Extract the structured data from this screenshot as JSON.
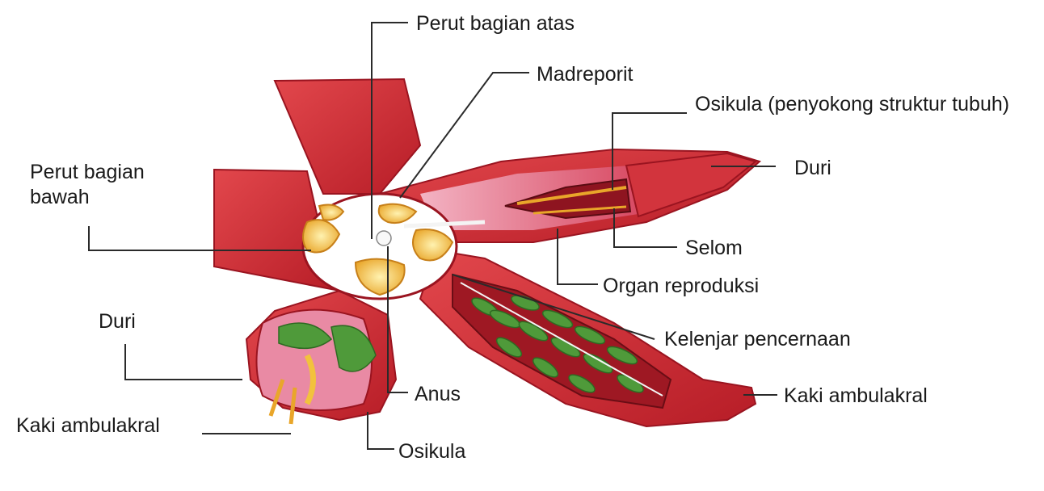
{
  "diagram": {
    "labels": {
      "perut_atas": "Perut bagian atas",
      "madreporit": "Madreporit",
      "osikula_struktur": "Osikula (penyokong struktur tubuh)",
      "duri_right": "Duri",
      "perut_bawah": "Perut bagian bawah",
      "selom": "Selom",
      "organ_reproduksi": "Organ reproduksi",
      "duri_left": "Duri",
      "kelenjar": "Kelenjar pencernaan",
      "anus": "Anus",
      "kaki_right": "Kaki ambulakral",
      "kaki_left": "Kaki ambulakral",
      "osikula": "Osikula"
    },
    "colors": {
      "body_red": "#d8323a",
      "body_dark": "#a8151f",
      "inner_pink": "#e98aa4",
      "stomach_yellow": "#f2c23d",
      "gland_green": "#4f9a3a",
      "leader_line": "#2a2a2a"
    }
  }
}
